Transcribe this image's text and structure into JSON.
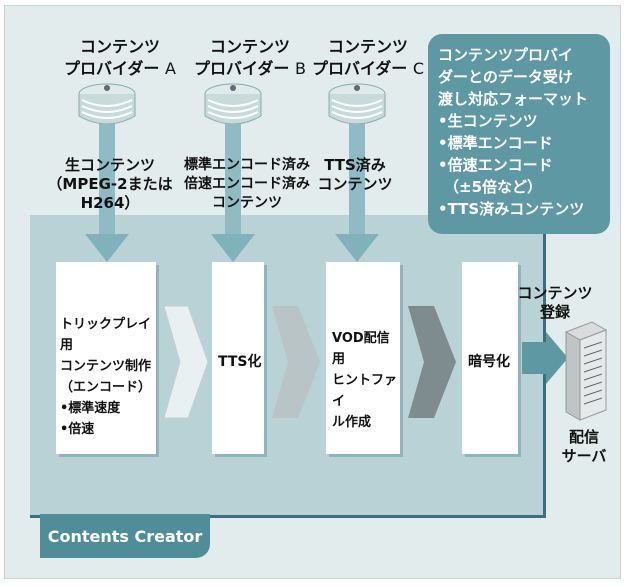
{
  "providers": [
    {
      "name": "コンテンツ",
      "name2": "プロバイダー",
      "letter": "A",
      "content": [
        "生コンテンツ",
        "（MPEG-2または",
        "H264）"
      ]
    },
    {
      "name": "コンテンツ",
      "name2": "プロバイダー",
      "letter": "B",
      "content": [
        "標準エンコード済み",
        "倍速エンコード済み",
        "コンテンツ"
      ]
    },
    {
      "name": "コンテンツ",
      "name2": "プロバイダー",
      "letter": "C",
      "content": [
        "TTS済み",
        "コンテンツ"
      ]
    }
  ],
  "legend": {
    "title": [
      "コンテンツプロバイ",
      "ダーとのデータ受け",
      "渡し対応フォーマット"
    ],
    "items": [
      "•生コンテンツ",
      "•標準エンコード",
      "•倍速エンコード",
      "（±5倍など）",
      "•TTS済みコンテンツ"
    ]
  },
  "process": {
    "encode": [
      "トリックプレイ用",
      "コンテンツ制作",
      "（エンコード）",
      "•標準速度",
      "•倍速"
    ],
    "tts": "TTS化",
    "vod": [
      "VOD配信用",
      "ヒントファイ",
      "ル作成"
    ],
    "encrypt": "暗号化"
  },
  "register": [
    "コンテンツ",
    "登録"
  ],
  "server": [
    "配信",
    "サーバ"
  ],
  "creator_label": "Contents Creator"
}
